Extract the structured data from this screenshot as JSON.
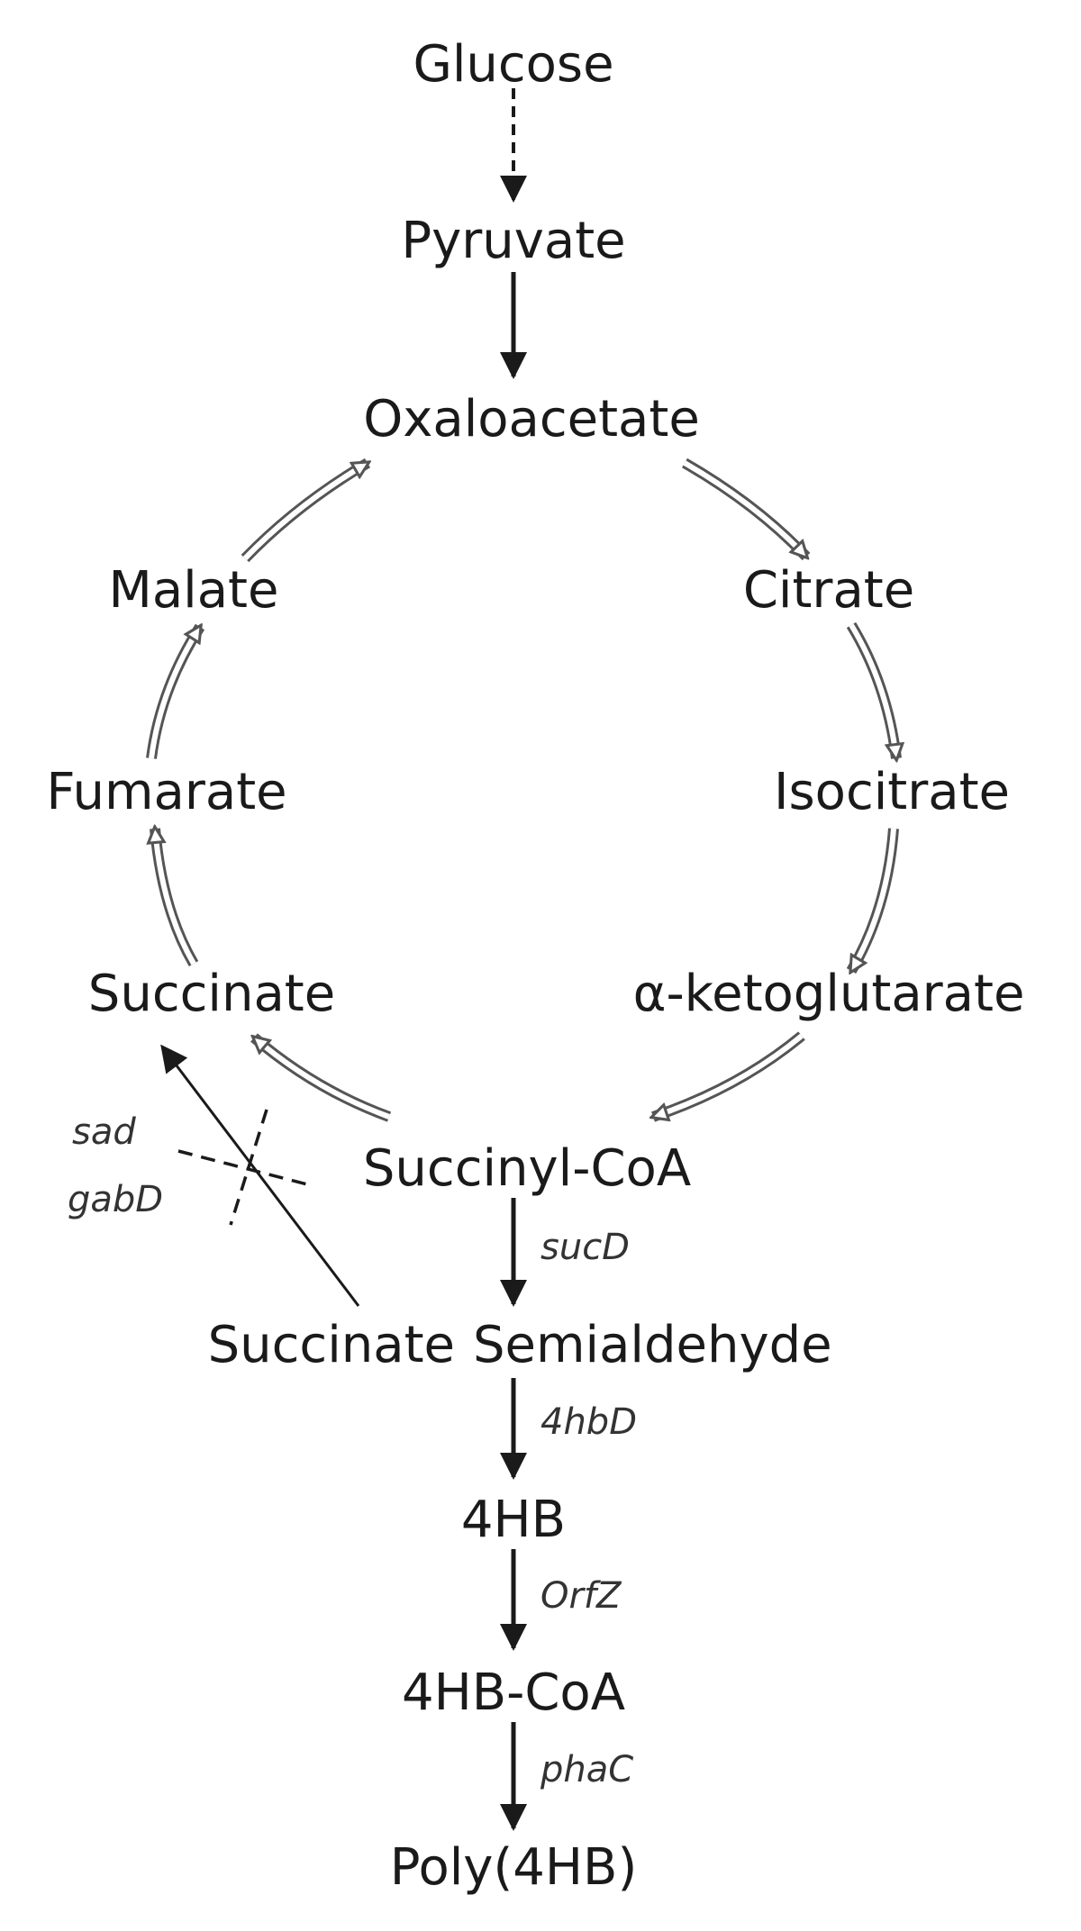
{
  "metabolites": {
    "glucose": "Glucose",
    "pyruvate": "Pyruvate",
    "oxaloacetate": "Oxaloacetate",
    "citrate": "Citrate",
    "isocitrate": "Isocitrate",
    "alpha_ketoglutarate": "α-ketoglutarate",
    "succinyl_coa": "Succinyl-CoA",
    "succinate": "Succinate",
    "fumarate": "Fumarate",
    "malate": "Malate",
    "succinate_semialdehyde_part1": "Succinate",
    "succinate_semialdehyde_part2": "Semialdehyde",
    "hb4": "4HB",
    "hb4_coa": "4HB-CoA",
    "poly_4hb": "Poly(4HB)"
  },
  "enzymes": {
    "sad": "sad",
    "gabD": "gabD",
    "sucD": "sucD",
    "hbD": "4hbD",
    "orfZ": "OrfZ",
    "phaC": "phaC"
  },
  "colors": {
    "text": "#1a1a1a",
    "enzyme_text": "#333333",
    "arrow": "#1a1a1a",
    "cycle_arrow_outline": "#555555",
    "cycle_arrow_fill": "#ffffff"
  }
}
